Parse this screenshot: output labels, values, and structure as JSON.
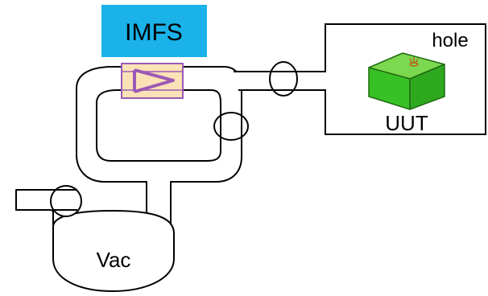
{
  "labels": {
    "imfs": "IMFS",
    "hole": "hole",
    "uut": "UUT",
    "vac": "Vac"
  },
  "colors": {
    "imfs_box": "#1ab2e8",
    "flow_sensor_fill": "#fbe2b6",
    "flow_sensor_outline": "#9b59b6",
    "uut_top": "#7cd84f",
    "uut_front": "#38c125",
    "uut_side": "#2ea81f",
    "uut_edge": "#1f6b12",
    "hole_mark": "#c0531a",
    "line": "#000000"
  },
  "icons": {
    "valve": "valve-icon",
    "flow_sensor": "flow-sensor-icon",
    "uut": "uut-cube-icon",
    "hole": "hole-marker-icon"
  }
}
